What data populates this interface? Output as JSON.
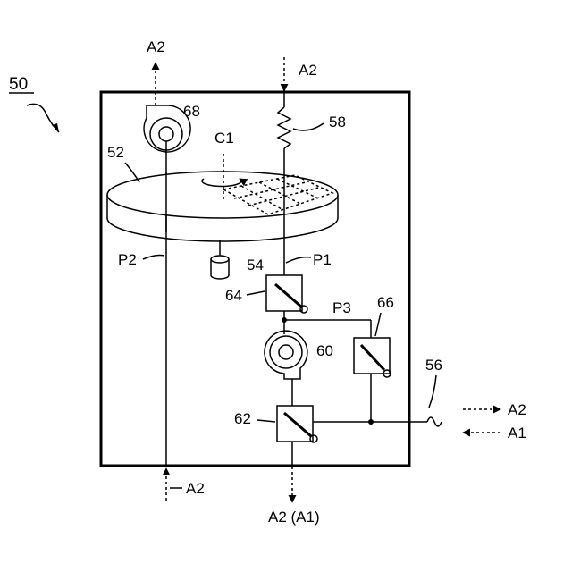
{
  "figure": {
    "ref_numeral": "50",
    "labels": {
      "A2_top": "A2",
      "A2_in_top": "A2",
      "n68": "68",
      "n58": "58",
      "C1": "C1",
      "n52": "52",
      "P2": "P2",
      "n54": "54",
      "P1": "P1",
      "n64": "64",
      "P3": "P3",
      "n66": "66",
      "n60": "60",
      "n56": "56",
      "n62": "62",
      "A2_right": "A2",
      "A1_right": "A1",
      "A2_bottom_in": "A2",
      "A2A1_bottom": "A2 (A1)"
    }
  }
}
